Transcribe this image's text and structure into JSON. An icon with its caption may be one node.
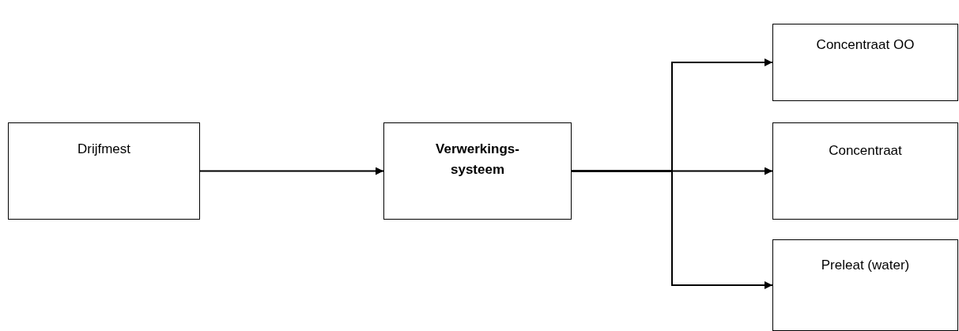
{
  "diagram": {
    "nodes": [
      {
        "text": [
          "Drijfmest"
        ]
      },
      {
        "text": [
          "Verwerkings- systeem"
        ]
      },
      {
        "text": [
          "Concentraat OO"
        ]
      },
      {
        "text": [
          "Concentraat"
        ]
      },
      {
        "text": [
          "Preleat (water)"
        ]
      }
    ],
    "edges": [
      {
        "from": 0,
        "to": 1,
        "arrow": "to"
      },
      {
        "from": 1,
        "to": 2,
        "arrow": "to"
      },
      {
        "from": 1,
        "to": 3,
        "arrow": "to"
      },
      {
        "from": 1,
        "to": 4,
        "arrow": "to"
      }
    ]
  }
}
